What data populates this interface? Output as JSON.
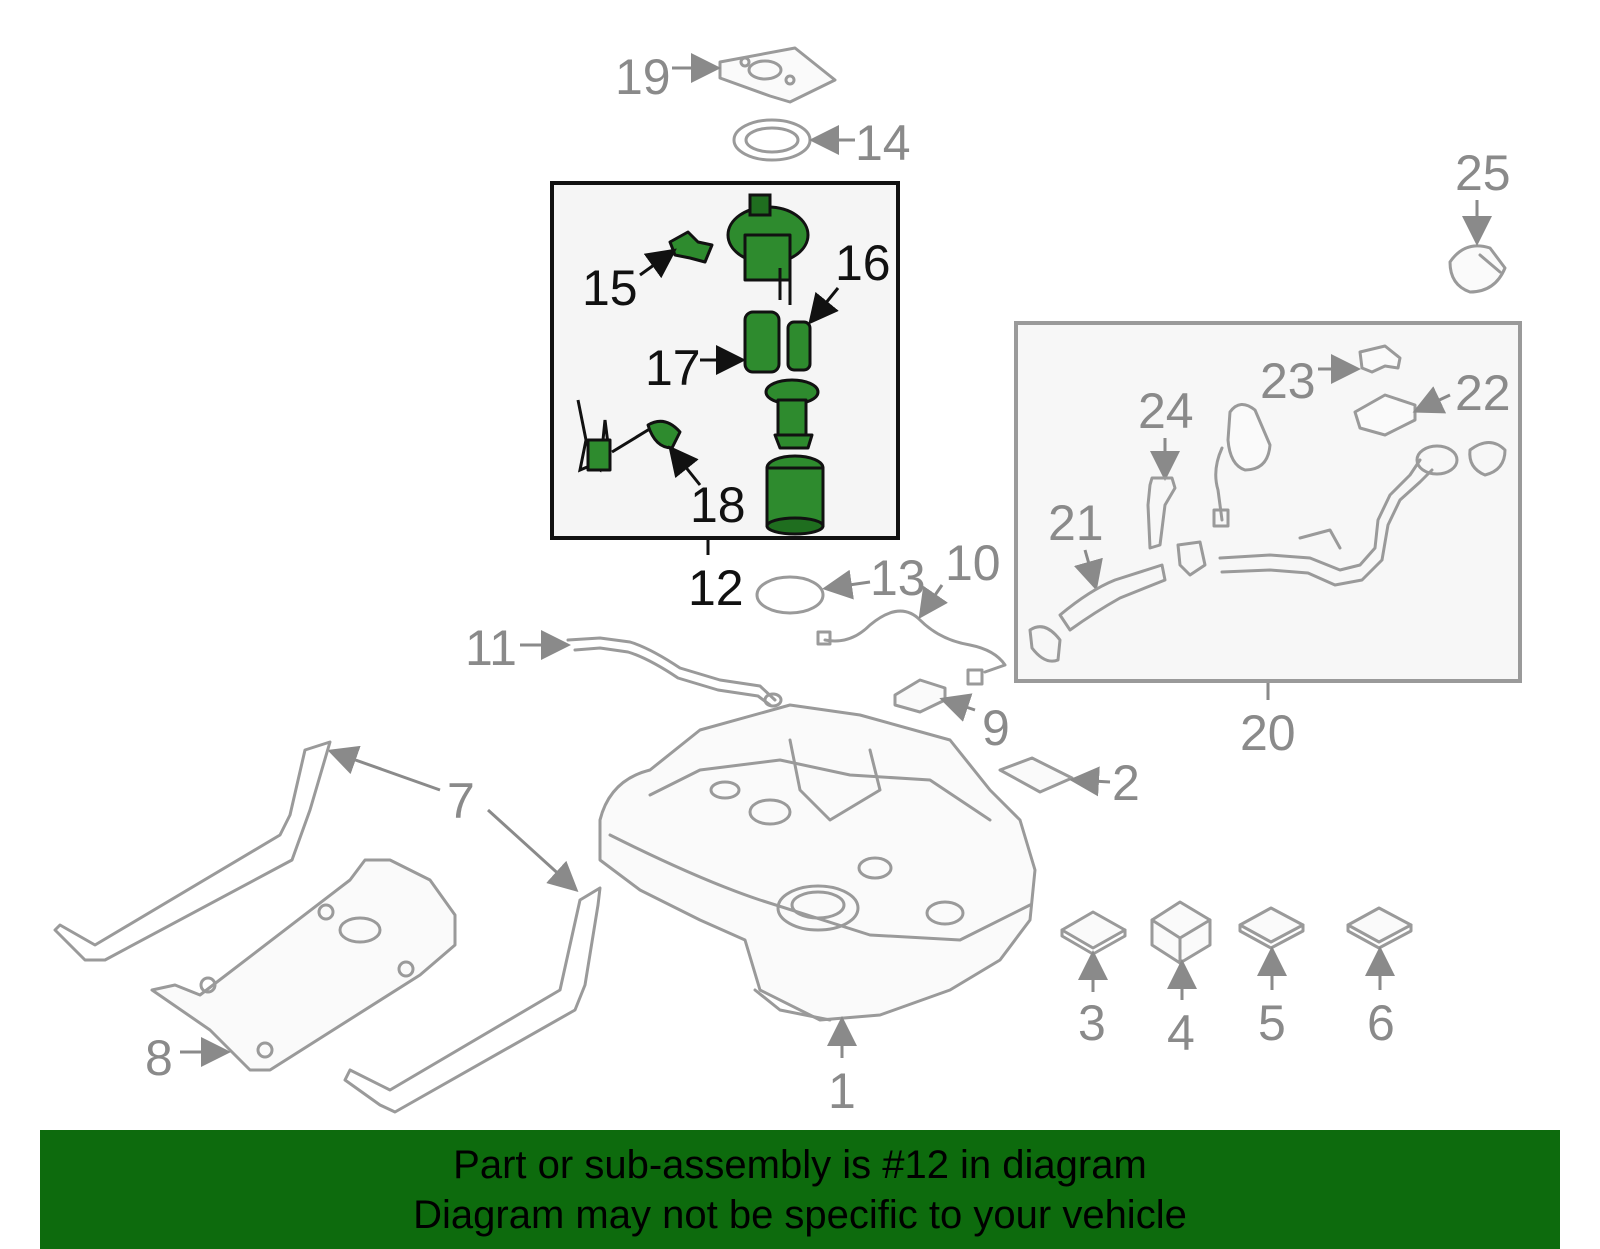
{
  "callouts": {
    "c1": "1",
    "c2": "2",
    "c3": "3",
    "c4": "4",
    "c5": "5",
    "c6": "6",
    "c7": "7",
    "c8": "8",
    "c9": "9",
    "c10": "10",
    "c11": "11",
    "c12": "12",
    "c13": "13",
    "c14": "14",
    "c15": "15",
    "c16": "16",
    "c17": "17",
    "c18": "18",
    "c19": "19",
    "c20": "20",
    "c21": "21",
    "c22": "22",
    "c23": "23",
    "c24": "24",
    "c25": "25"
  },
  "banner": {
    "line1": "Part or sub-assembly is #12 in diagram",
    "line2": "Diagram may not be specific to your vehicle"
  },
  "colors": {
    "highlight": "#2e8b2e",
    "banner": "#0d6b0d",
    "outline": "#9a9a9a"
  }
}
